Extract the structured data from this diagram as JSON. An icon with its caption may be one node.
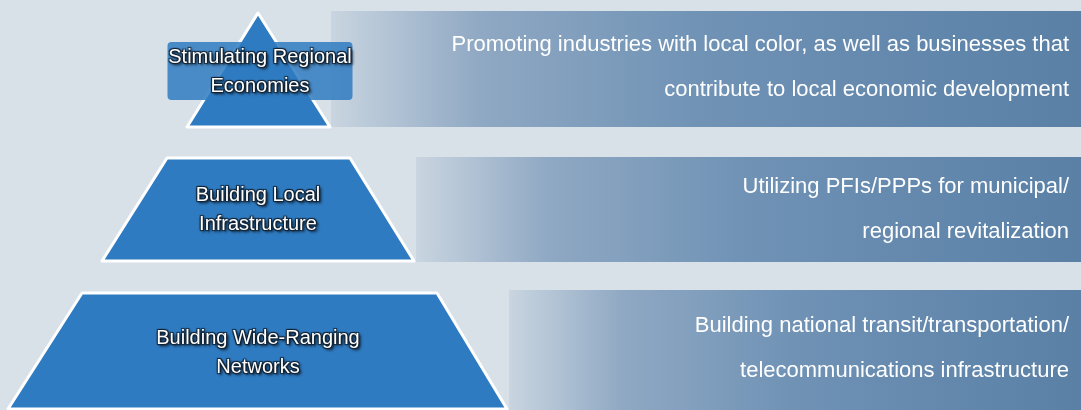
{
  "diagram": {
    "nodes": [
      {
        "text": [
          "Stimulating Regional Economies"
        ]
      },
      {
        "text": [
          "Promoting industries with local color, as well as businesses that contribute to local economic development"
        ]
      },
      {
        "text": [
          "Building Local Infrastructure"
        ]
      },
      {
        "text": [
          "Utilizing PFIs/PPPs for municipal/ regional revitalization"
        ]
      },
      {
        "text": [
          "Building Wide-Ranging Networks"
        ]
      },
      {
        "text": [
          "Building national transit/transportation/ telecommunications infrastructure"
        ]
      }
    ]
  }
}
